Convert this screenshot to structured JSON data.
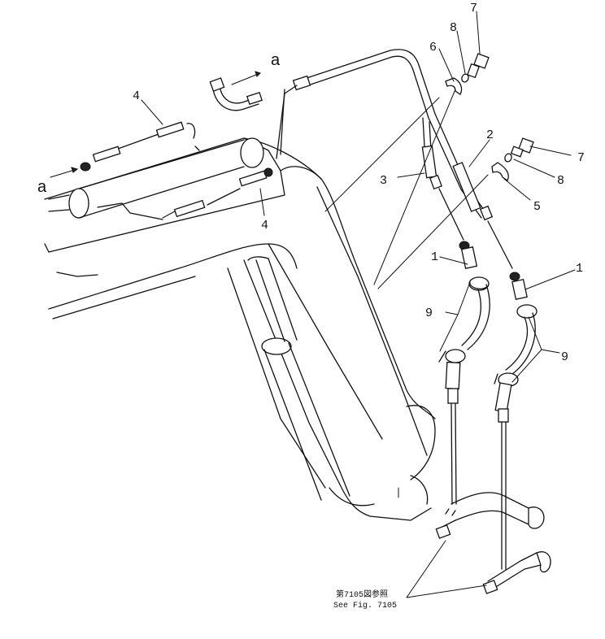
{
  "labels": {
    "l1a": "1",
    "l1b": "1",
    "l2": "2",
    "l3": "3",
    "l4a": "4",
    "l4b": "4",
    "l5": "5",
    "l6": "6",
    "l7a": "7",
    "l7b": "7",
    "l8a": "8",
    "l8b": "8",
    "l9a": "9",
    "l9b": "9",
    "aTop": "a",
    "aLeft": "a"
  },
  "reference": {
    "jp": "第7105図参照",
    "en": "See Fig. 7105"
  }
}
